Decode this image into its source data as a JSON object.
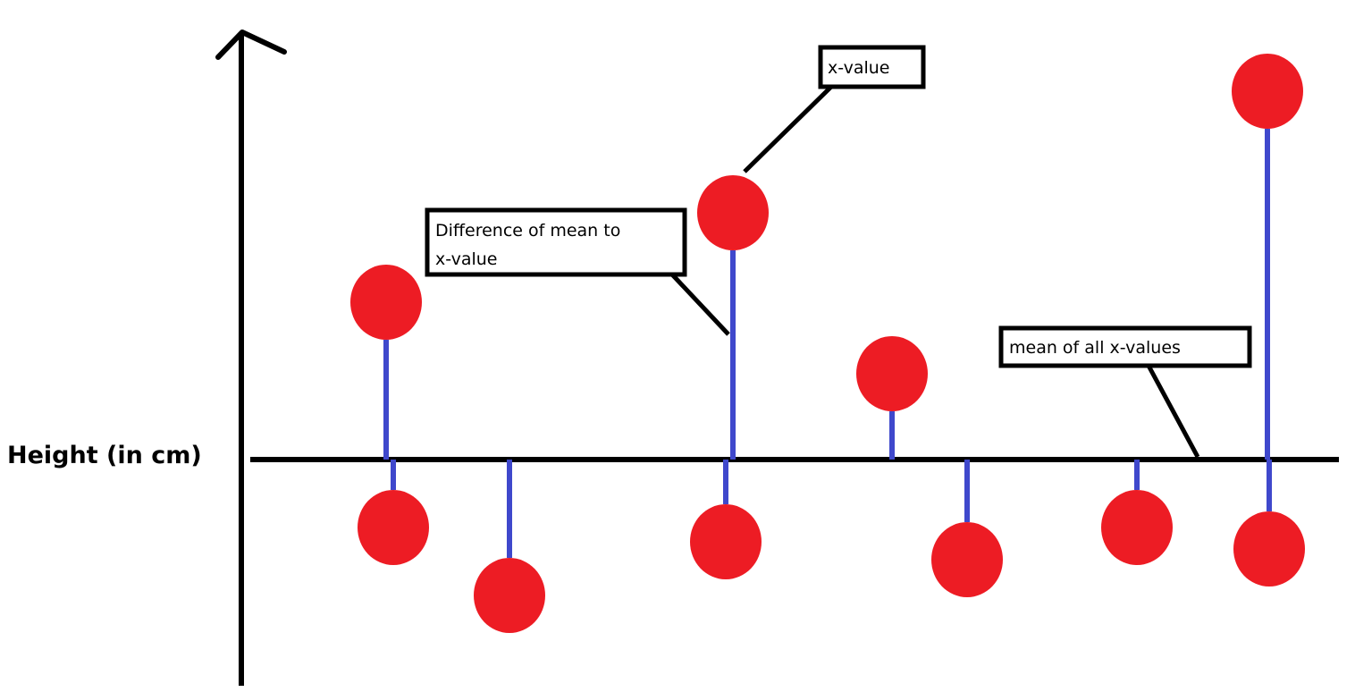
{
  "y_axis_label": "Height (in cm)",
  "annotations": {
    "x_value": "x-value",
    "difference": [
      "Difference of mean to",
      "x-value"
    ],
    "mean": "mean of all x-values"
  },
  "colors": {
    "point": "#ed1c24",
    "deviation_line": "#3f48cc",
    "axis": "#000000",
    "background": "#ffffff"
  },
  "points": [
    {
      "side": "above",
      "deviation": 4.4
    },
    {
      "side": "below",
      "deviation": -1.9
    },
    {
      "side": "below",
      "deviation": -3.8
    },
    {
      "side": "above",
      "deviation": 6.9
    },
    {
      "side": "below",
      "deviation": -2.3
    },
    {
      "side": "above",
      "deviation": 2.4
    },
    {
      "side": "below",
      "deviation": -2.8
    },
    {
      "side": "below",
      "deviation": -1.9
    },
    {
      "side": "above",
      "deviation": 10.3
    },
    {
      "side": "below",
      "deviation": -2.5
    }
  ]
}
